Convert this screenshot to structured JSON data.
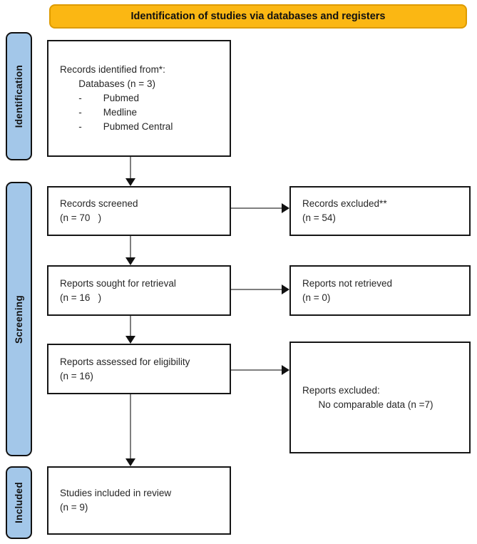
{
  "banner": {
    "title": "Identification of studies via databases and registers"
  },
  "colors": {
    "banner-bg": "#FBB713",
    "banner-border": "#DE9B00",
    "stage-bg": "#A3C7E9",
    "arrow-line": "#7f7f7f",
    "arrow-head": "#111111"
  },
  "stages": {
    "identification": "Identification",
    "screening": "Screening",
    "included": "Included"
  },
  "boxes": {
    "records_identified": "Records identified from*:\n       Databases (n = 3)\n       -        Pubmed\n       -        Medline\n       -        Pubmed Central",
    "records_screened": "Records screened\n(n = 70   )",
    "records_excluded": "Records excluded**\n(n = 54)",
    "reports_sought": "Reports sought for retrieval\n(n = 16   )",
    "reports_not_retrieved": "Reports not retrieved\n(n = 0)",
    "reports_assessed": "Reports assessed for eligibility\n(n = 16)",
    "reports_excluded": "Reports excluded:\n      No comparable data (n =7)",
    "studies_included": "Studies included in review\n(n = 9)"
  }
}
